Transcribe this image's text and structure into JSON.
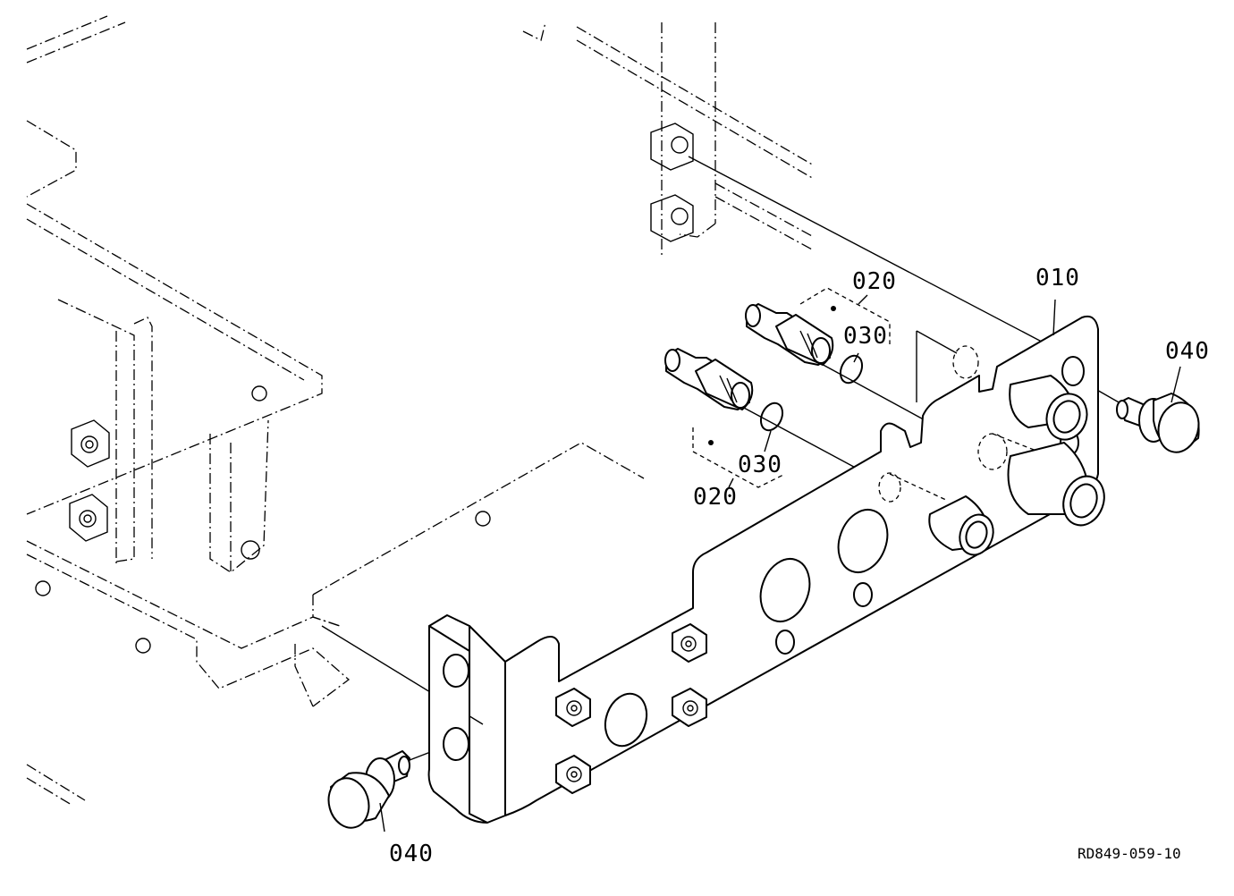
{
  "labels": {
    "part_010": "010",
    "part_020_upper": "020",
    "part_020_lower": "020",
    "part_030_upper": "030",
    "part_030_lower": "030",
    "part_040_right": "040",
    "part_040_left": "040"
  },
  "reference_code": "RD849-059-10"
}
